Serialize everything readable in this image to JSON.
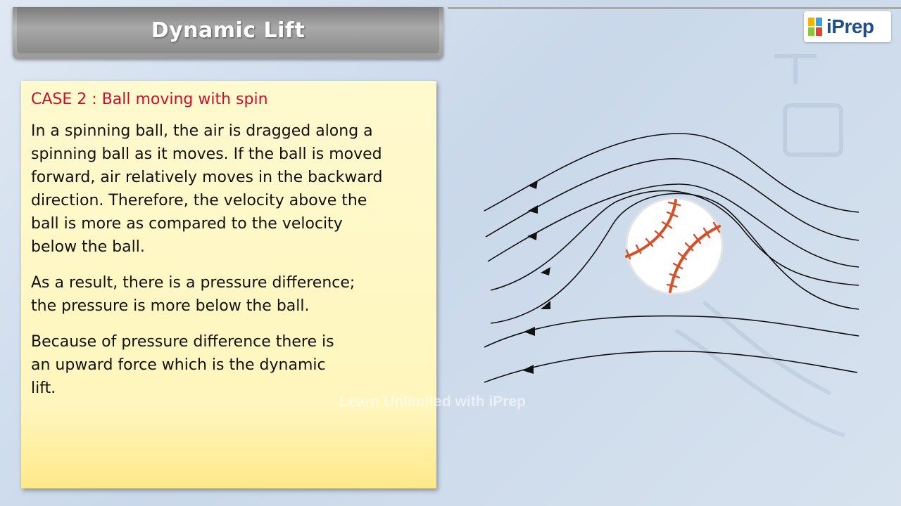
{
  "header": {
    "title": "Dynamic Lift",
    "logo_text": "iPrep",
    "logo_icon": "iprep-logo-icon"
  },
  "panel": {
    "case_title": "CASE 2 : Ball moving with spin",
    "paragraphs": [
      "In a spinning ball, the air is dragged along a\nspinning ball as it moves. If the ball is moved\nforward, air relatively moves in the backward\ndirection. Therefore, the velocity above the\nball is more as compared to the velocity\nbelow the ball.",
      "As a result, there is a pressure difference;\nthe pressure is more below the ball.",
      "Because of pressure difference there is\nan upward force which is the dynamic\nlift."
    ]
  },
  "watermark": "Learn Unlimited with iPrep",
  "diagram": {
    "ball_icon": "baseball-icon",
    "streamline_count": 7,
    "arrow_direction": "left",
    "colors": {
      "stitch": "#d4502a",
      "line": "#111111",
      "case_title": "#c8102e"
    }
  }
}
